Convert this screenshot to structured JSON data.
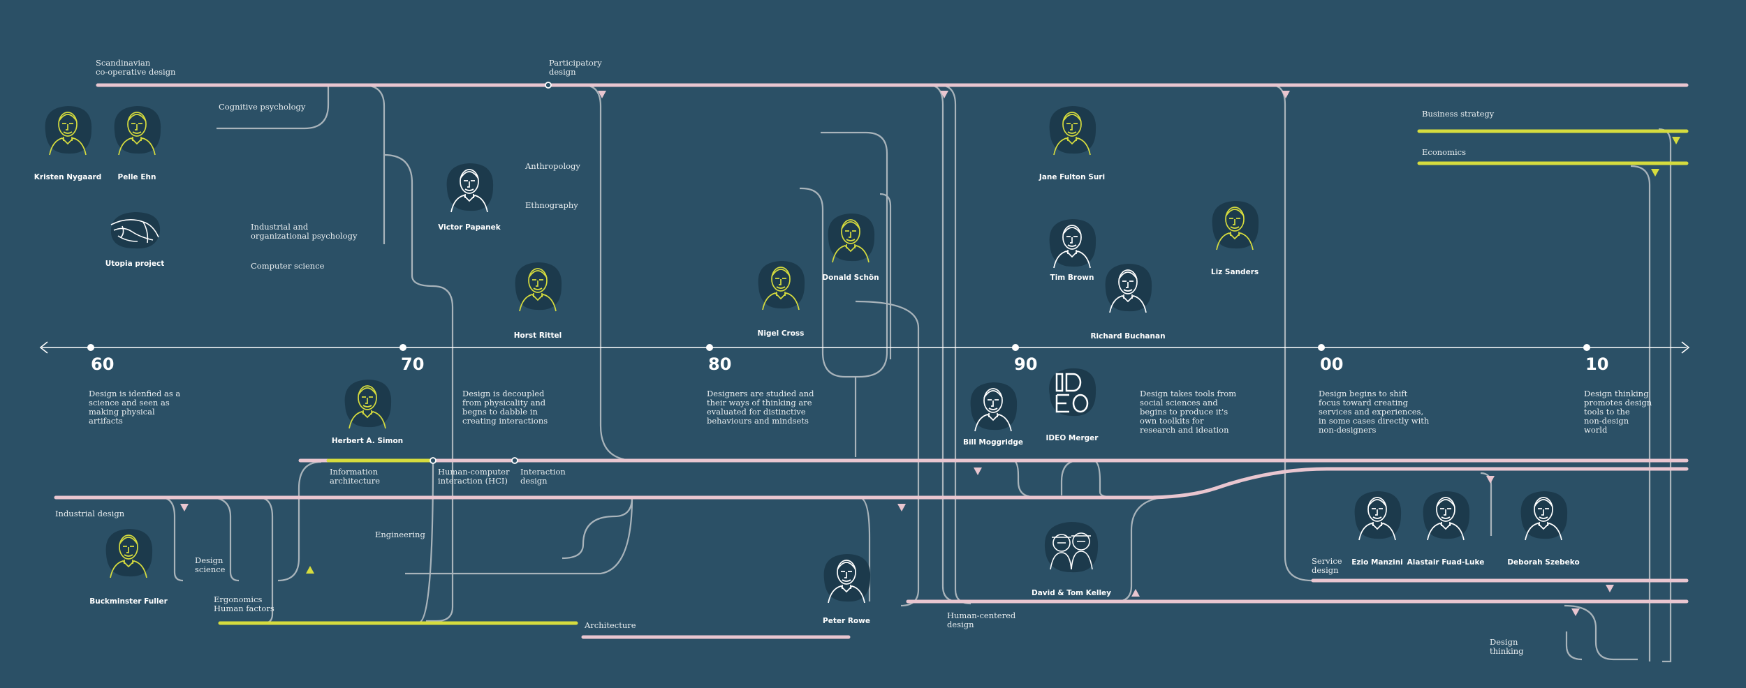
{
  "colors": {
    "background": "#2b5066",
    "pink": "#e9c6d0",
    "yellow": "#d6dc3e",
    "white": "#ffffff",
    "grey": "#a9b4bb",
    "blob": "#1c3a4c"
  },
  "decades": [
    {
      "label": "60",
      "text": "Design is idenfied as a\nscience and seen as\nmaking physical\nartifacts"
    },
    {
      "label": "70",
      "text": "Design is decoupled\nfrom physicality and\nbegns to dabble in\ncreating interactions"
    },
    {
      "label": "80",
      "text": "Designers are studied and\ntheir ways of thinking are\nevaluated for distinctive\nbehaviours and mindsets"
    },
    {
      "label": "90",
      "text": "Design takes tools from\nsocial sciences and\nbegins to produce it's\nown toolkits for\nresearch and ideation"
    },
    {
      "label": "00",
      "text": "Design begins to shift\nfocus toward creating\nservices and experiences,\nin some cases directly with\nnon-designers"
    },
    {
      "label": "10",
      "text": "Design thinking\npromotes design\ntools to the\nnon-design\nworld"
    }
  ],
  "streams": {
    "scandinavian": "Scandinavian\nco-operative design",
    "participatory": "Participatory\ndesign",
    "cognitive": "Cognitive psychology",
    "industrial_org": "Industrial and\norganizational psychology",
    "computer_science": "Computer science",
    "anthropology": "Anthropology",
    "ethnography": "Ethnography",
    "business": "Business strategy",
    "economics": "Economics",
    "industrial_design": "Industrial design",
    "information_architecture": "Information\narchitecture",
    "hci": "Human-computer\ninteraction (HCI)",
    "interaction_design": "Interaction\ndesign",
    "engineering": "Engineering",
    "design_science": "Design\nscience",
    "ergonomics": "Ergonomics\nHuman factors",
    "architecture": "Architecture",
    "human_centered": "Human-centered\ndesign",
    "service_design": "Service\ndesign",
    "design_thinking": "Design\nthinking"
  },
  "people": [
    {
      "name": "Kristen Nygaard",
      "icon": "kristen-nygaard-portrait-icon",
      "tone": "yellow"
    },
    {
      "name": "Pelle Ehn",
      "icon": "pelle-ehn-portrait-icon",
      "tone": "yellow"
    },
    {
      "name": "Utopia project",
      "icon": "utopia-hand-icon",
      "tone": "white"
    },
    {
      "name": "Victor Papanek",
      "icon": "victor-papanek-portrait-icon",
      "tone": "white"
    },
    {
      "name": "Horst Rittel",
      "icon": "horst-rittel-portrait-icon",
      "tone": "yellow"
    },
    {
      "name": "Donald Schön",
      "icon": "donald-schon-portrait-icon",
      "tone": "yellow"
    },
    {
      "name": "Nigel Cross",
      "icon": "nigel-cross-portrait-icon",
      "tone": "yellow"
    },
    {
      "name": "Jane Fulton Suri",
      "icon": "jane-fulton-suri-portrait-icon",
      "tone": "yellow"
    },
    {
      "name": "Tim Brown",
      "icon": "tim-brown-portrait-icon",
      "tone": "white"
    },
    {
      "name": "Richard Buchanan",
      "icon": "richard-buchanan-portrait-icon",
      "tone": "white"
    },
    {
      "name": "Liz Sanders",
      "icon": "liz-sanders-portrait-icon",
      "tone": "yellow"
    },
    {
      "name": "Herbert A. Simon",
      "icon": "herbert-simon-portrait-icon",
      "tone": "yellow"
    },
    {
      "name": "Bill Moggridge",
      "icon": "bill-moggridge-portrait-icon",
      "tone": "white"
    },
    {
      "name": "IDEO Merger",
      "icon": "ideo-logo-icon",
      "tone": "white"
    },
    {
      "name": "Buckminster Fuller",
      "icon": "buckminster-fuller-portrait-icon",
      "tone": "yellow"
    },
    {
      "name": "Peter Rowe",
      "icon": "peter-rowe-portrait-icon",
      "tone": "white"
    },
    {
      "name": "David & Tom Kelley",
      "icon": "kelley-brothers-portrait-icon",
      "tone": "white"
    },
    {
      "name": "Ezio Manzini",
      "icon": "ezio-manzini-portrait-icon",
      "tone": "white"
    },
    {
      "name": "Alastair Fuad-Luke",
      "icon": "alastair-fuad-luke-portrait-icon",
      "tone": "white"
    },
    {
      "name": "Deborah Szebeko",
      "icon": "deborah-szebeko-portrait-icon",
      "tone": "white"
    }
  ]
}
